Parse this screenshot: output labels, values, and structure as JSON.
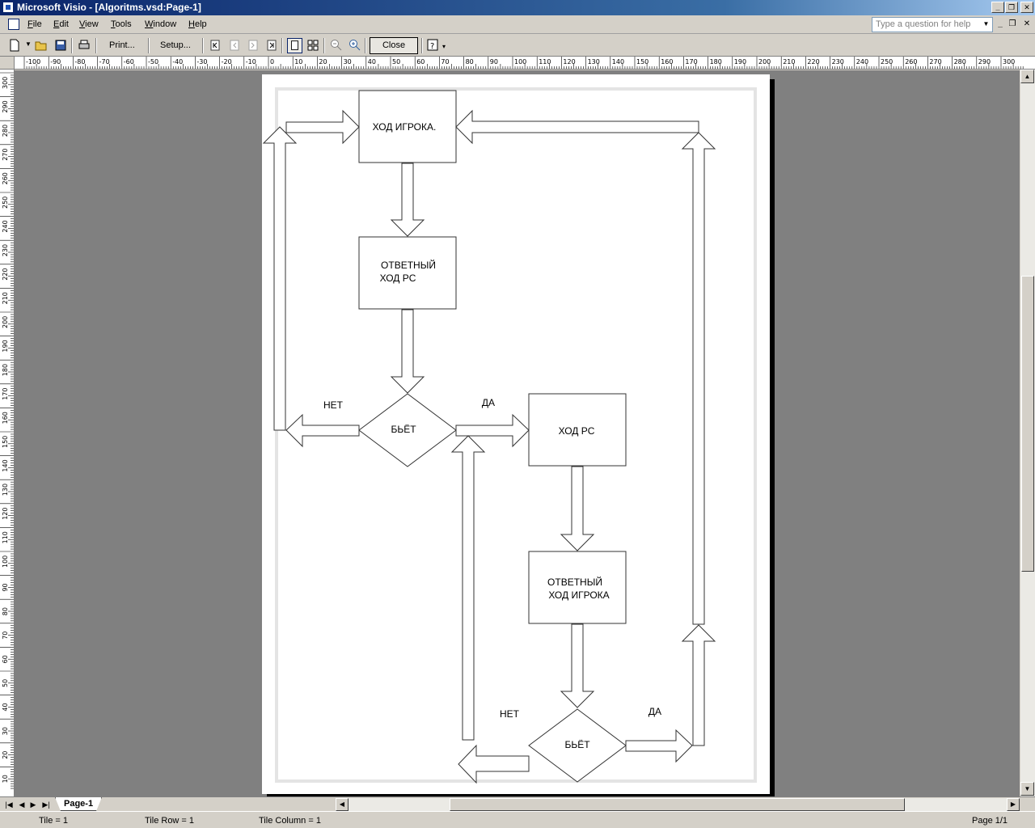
{
  "window": {
    "title": "Microsoft Visio - [Algoritms.vsd:Page-1]"
  },
  "menu": {
    "items": [
      "File",
      "Edit",
      "View",
      "Tools",
      "Window",
      "Help"
    ],
    "help_placeholder": "Type a question for help"
  },
  "toolbar": {
    "print_label": "Print...",
    "setup_label": "Setup...",
    "close_label": "Close"
  },
  "rulers": {
    "horizontal_labels": [
      "-100",
      "-90",
      "-80",
      "-70",
      "-60",
      "-50",
      "-40",
      "-30",
      "-20",
      "-10",
      "0",
      "10",
      "20",
      "30",
      "40",
      "50",
      "60",
      "70",
      "80",
      "90",
      "100",
      "110",
      "120",
      "130",
      "140",
      "150",
      "160",
      "170",
      "180",
      "190",
      "200",
      "210",
      "220",
      "230",
      "240",
      "250",
      "260",
      "270",
      "280",
      "290",
      "300"
    ],
    "vertical_labels": [
      "300",
      "290",
      "280",
      "270",
      "260",
      "250",
      "240",
      "230",
      "220",
      "210",
      "200",
      "190",
      "180",
      "170",
      "160",
      "150",
      "140",
      "130",
      "120",
      "110",
      "100",
      "90",
      "80",
      "70",
      "60",
      "50",
      "40",
      "30",
      "20",
      "10"
    ]
  },
  "diagram": {
    "box_player_move": "ХОД ИГРОКА.",
    "box_pc_reply_line1": "ОТВЕТНЫЙ",
    "box_pc_reply_line2": "ХОД PC",
    "decision_1": "БЬЁТ",
    "label_no_1": "НЕТ",
    "label_yes_1": "ДА",
    "box_pc_move": "ХОД PC",
    "box_player_reply_line1": "ОТВЕТНЫЙ",
    "box_player_reply_line2": "ХОД ИГРОКА",
    "decision_2": "БЬЁТ",
    "label_no_2": "НЕТ",
    "label_yes_2": "ДА"
  },
  "tabs": {
    "page_tab": "Page-1"
  },
  "status": {
    "tile": "Tile = 1",
    "tile_row": "Tile Row = 1",
    "tile_column": "Tile Column = 1",
    "page": "Page 1/1"
  }
}
